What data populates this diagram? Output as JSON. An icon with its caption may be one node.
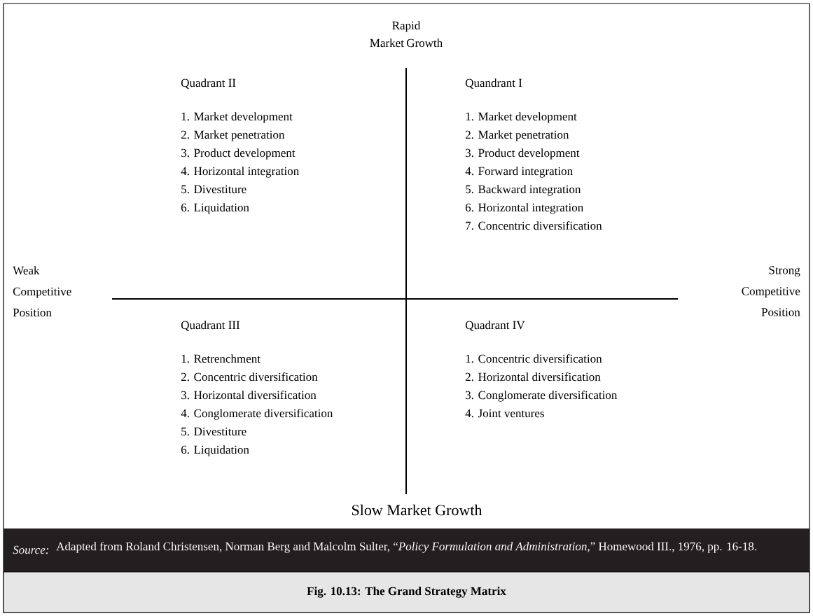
{
  "diagram": {
    "caption": "Fig. 10.13: The Grand Strategy Matrix",
    "labels": [
      "Rapid Market Growth",
      "Quadrant II",
      "1. Market development",
      "2. Market penetration",
      "3. Product development",
      "4. Horizontal integration",
      "5. Divestiture",
      "6. Liquidation",
      "Quandrant I",
      "1. Market development",
      "2. Market penetration",
      "3. Product development",
      "4. Forward integration",
      "5. Backward integration",
      "6. Horizontal integration",
      "7. Concentric diversification",
      "Weak Competitive Position",
      "Strong Competitive Position",
      "Quadrant III",
      "1. Retrenchment",
      "2. Concentric diversification",
      "3. Horizontal diversification",
      "4. Conglomerate diversification",
      "5. Divestiture",
      "6. Liquidation",
      "Quadrant IV",
      "1. Concentric diversification",
      "2. Horizontal diversification",
      "3. Conglomerate diversification",
      "4. Joint ventures",
      "Slow Market Growth",
      "Source:",
      "Adapted from Roland Christensen, Norman Berg and Malcolm Sulter, “*Policy Formulation and Administration*,” Homewood III., 1976, pp. 16-18."
    ]
  }
}
